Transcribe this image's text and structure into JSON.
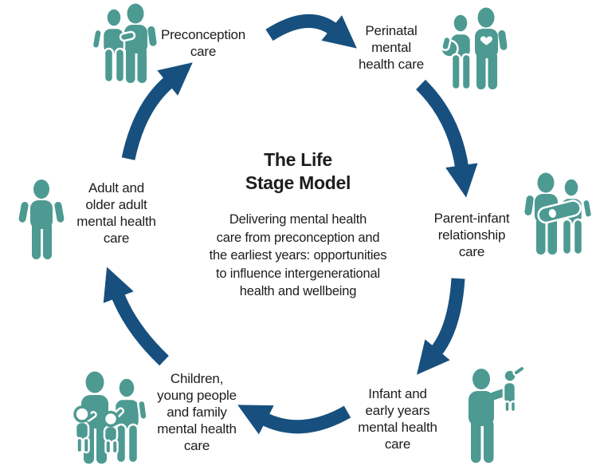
{
  "diagram": {
    "title": "The Life\nStage Model",
    "subtitle": "Delivering mental health\ncare from preconception and\nthe earliest years: opportunities\nto influence intergenerational\nhealth and wellbeing"
  },
  "stages": [
    {
      "label": "Preconception\ncare",
      "icon": "couple-icon"
    },
    {
      "label": "Perinatal\nmental\nhealth care",
      "icon": "pregnant-couple-icon"
    },
    {
      "label": "Parent-infant\nrelationship\ncare",
      "icon": "parents-holding-infant-icon"
    },
    {
      "label": "Infant and\nearly years\nmental health\ncare",
      "icon": "adult-lifting-child-icon"
    },
    {
      "label": "Children,\nyoung people\nand family\nmental health\ncare",
      "icon": "family-icon"
    },
    {
      "label": "Adult and\nolder adult\nmental health\ncare",
      "icon": "adult-icon"
    }
  ],
  "colors": {
    "arrow_navy": "#17507E",
    "icon_teal": "#4D9A92",
    "text": "#1D1D1B",
    "background": "#FFFFFF"
  }
}
